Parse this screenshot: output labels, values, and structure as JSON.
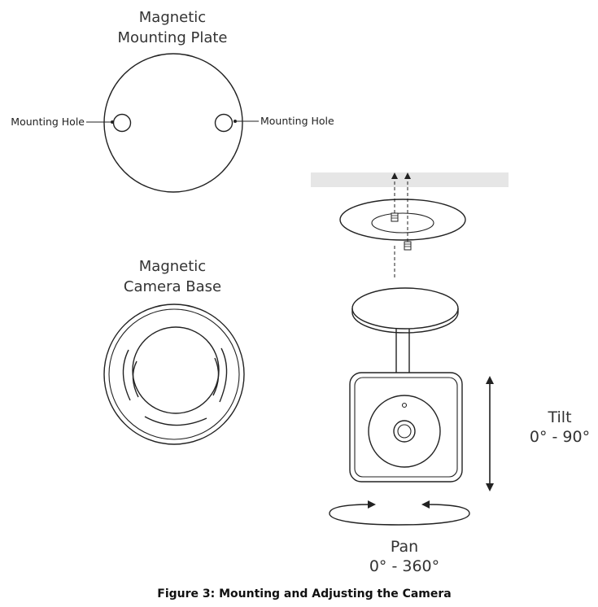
{
  "plate": {
    "title_line1": "Magnetic",
    "title_line2": "Mounting Plate",
    "hole_label_left": "Mounting Hole",
    "hole_label_right": "Mounting Hole"
  },
  "base": {
    "title_line1": "Magnetic",
    "title_line2": "Camera Base"
  },
  "tilt": {
    "label": "Tilt",
    "range": "0° - 90°"
  },
  "pan": {
    "label": "Pan",
    "range": "0° - 360°"
  },
  "caption": "Figure 3:  Mounting and Adjusting the Camera",
  "colors": {
    "line": "#222222",
    "ceiling": "#e6e6e6"
  }
}
